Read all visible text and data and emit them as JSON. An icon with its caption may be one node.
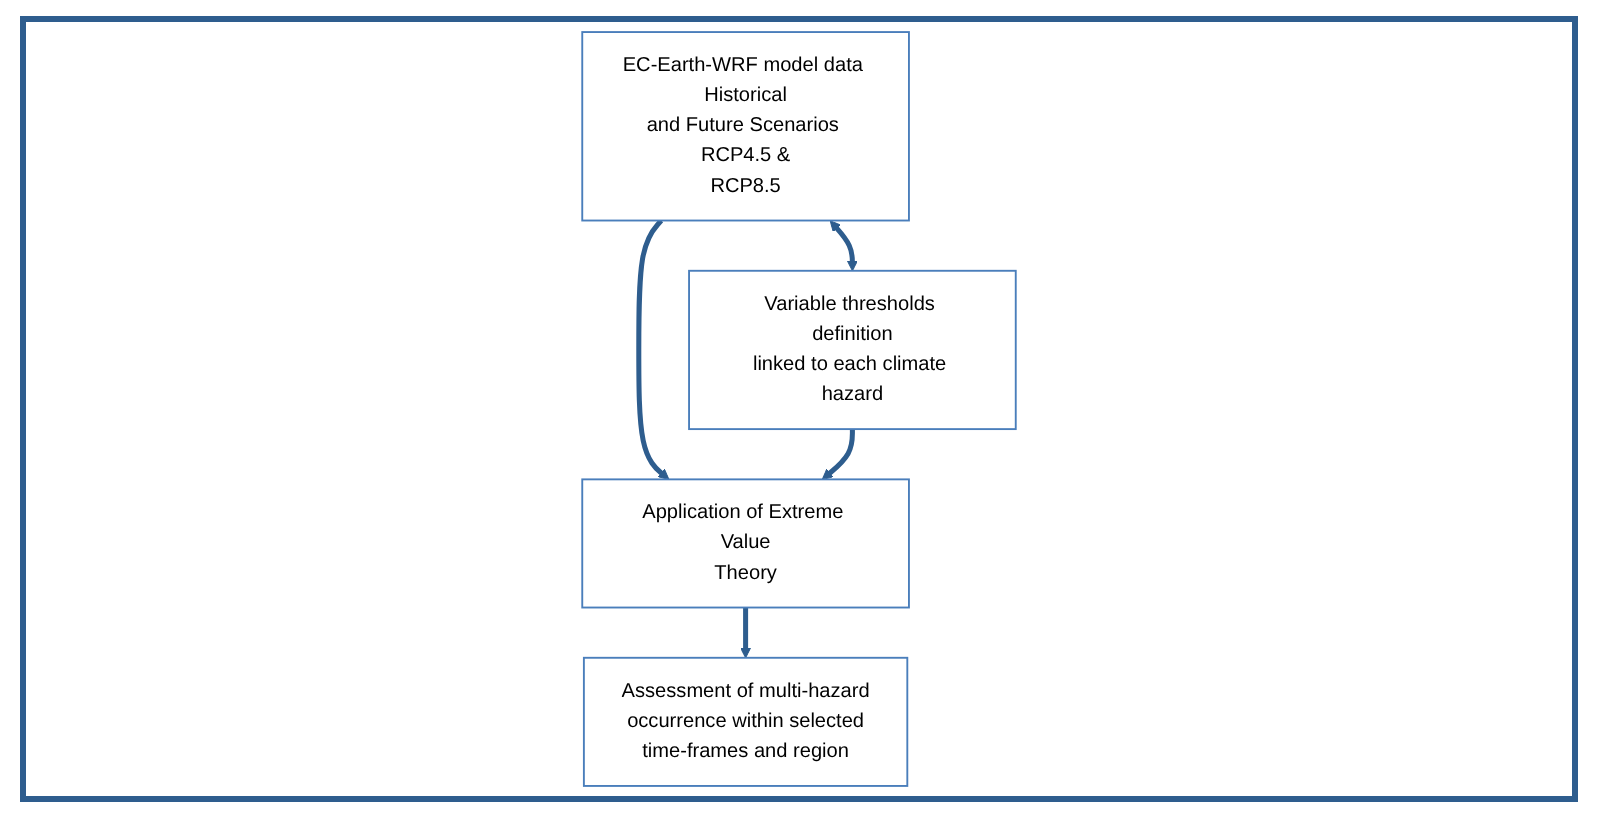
{
  "diagram": {
    "nodes": [
      {
        "text": [
          "EC-Earth-WRF model data Historical and Future Scenarios RCP4.5 & RCP8.5"
        ]
      },
      {
        "text": [
          "Variable thresholds definition linked to each climate hazard"
        ]
      },
      {
        "text": [
          "Application of Extreme Value Theory"
        ]
      },
      {
        "text": [
          "Assessment of multi-hazard occurrence within selected time-frames and region"
        ]
      }
    ],
    "edges": [
      {
        "from": 0,
        "to": 1,
        "arrow": "both"
      },
      {
        "from": 0,
        "to": 2,
        "arrow": "to"
      },
      {
        "from": 1,
        "to": 2,
        "arrow": "to"
      },
      {
        "from": 2,
        "to": 3,
        "arrow": "to"
      }
    ]
  }
}
